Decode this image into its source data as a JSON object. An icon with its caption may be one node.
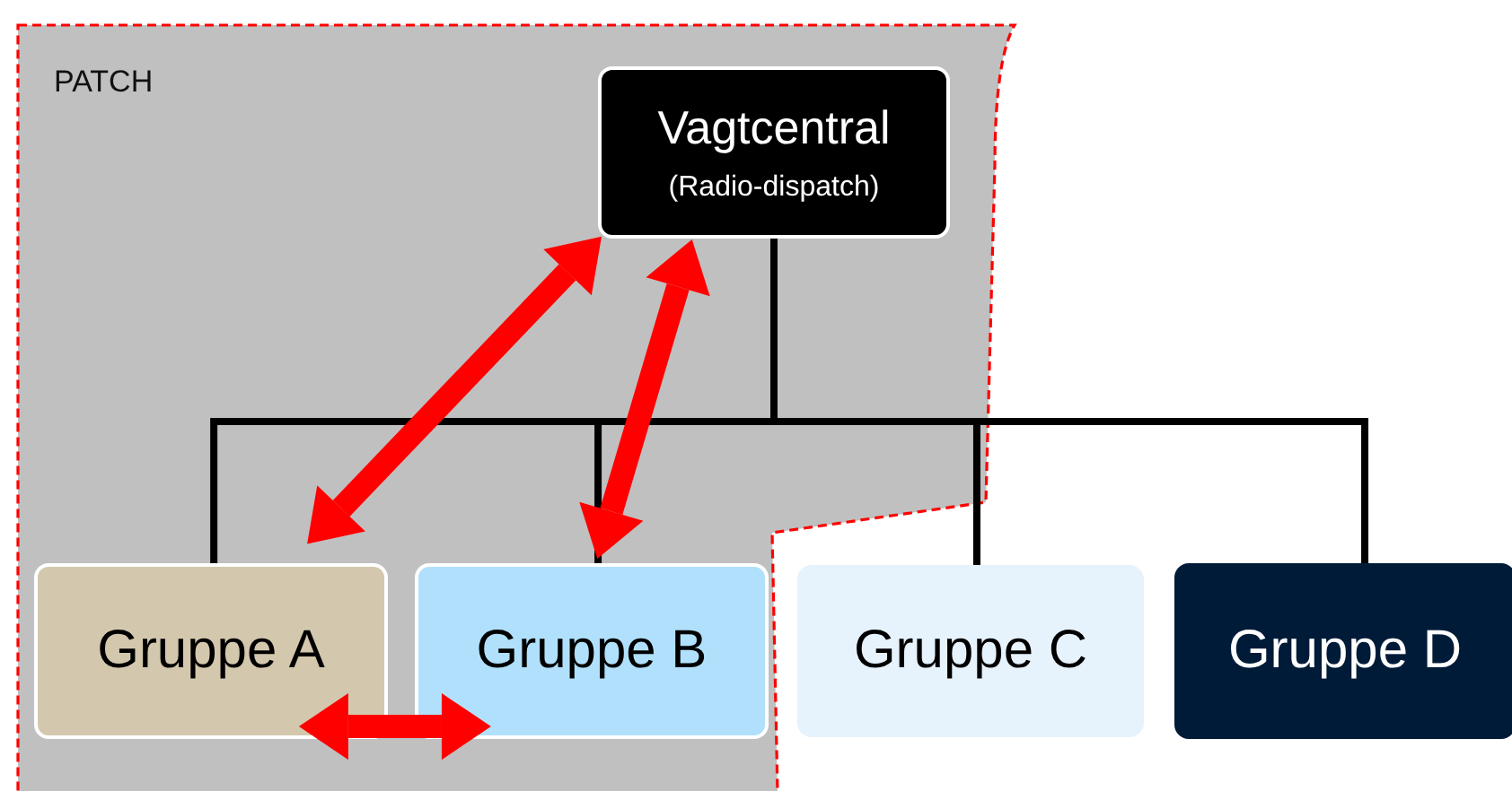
{
  "diagram": {
    "nodes": [
      {
        "text": [
          "PATCH"
        ]
      },
      {
        "text": [
          "Vagtcentral",
          "(Radio-dispatch)"
        ],
        "in": 0
      },
      {
        "text": [
          "Gruppe A"
        ],
        "in": 0
      },
      {
        "text": [
          "Gruppe B"
        ],
        "in": 0
      },
      {
        "text": [
          "Gruppe C"
        ]
      },
      {
        "text": [
          "Gruppe D"
        ]
      }
    ],
    "edges": [
      {
        "from": 1,
        "to": 2,
        "arrow": "none"
      },
      {
        "from": 1,
        "to": 3,
        "arrow": "none"
      },
      {
        "from": 1,
        "to": 4,
        "arrow": "none"
      },
      {
        "from": 1,
        "to": 5,
        "arrow": "none"
      },
      {
        "from": 1,
        "to": 2,
        "arrow": "both",
        "style": "thick",
        "color": "#ff0000"
      },
      {
        "from": 1,
        "to": 3,
        "arrow": "both",
        "style": "thick",
        "color": "#ff0000"
      },
      {
        "from": 2,
        "to": 3,
        "arrow": "both",
        "style": "thick",
        "color": "#ff0000"
      }
    ]
  }
}
